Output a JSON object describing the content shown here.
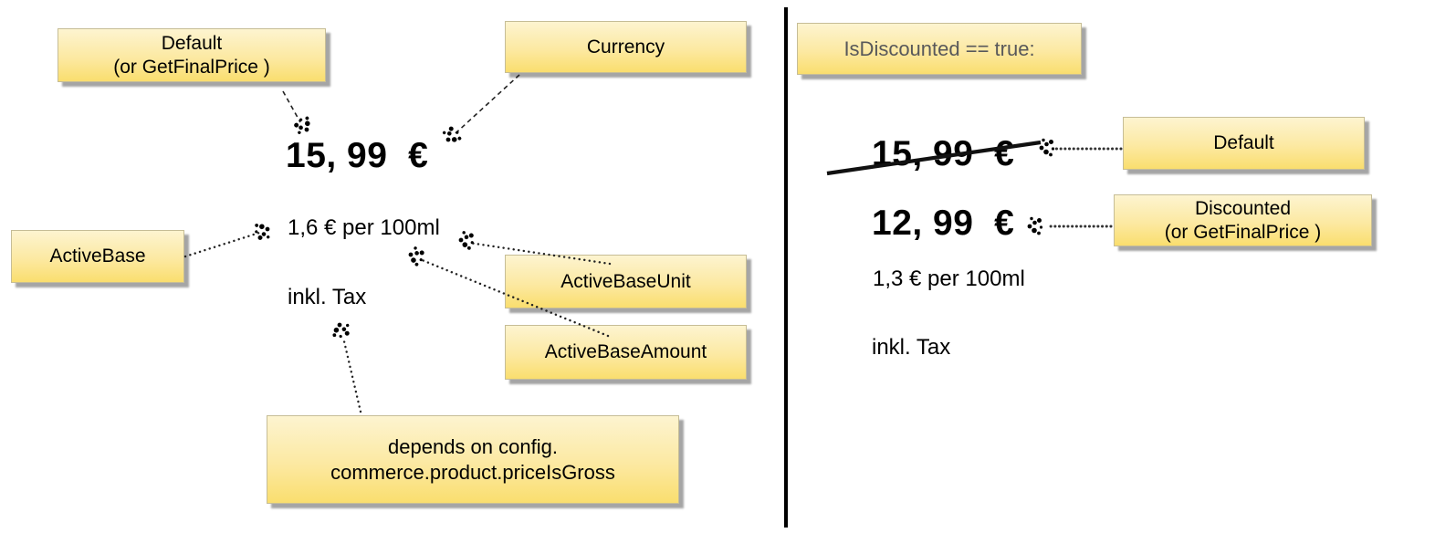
{
  "diagram": {
    "left": {
      "price": "15, 99  €",
      "unit_price": "1,6 € per 100ml",
      "tax": "inkl. Tax",
      "notes": {
        "default": {
          "line1": "Default",
          "line2": "(or GetFinalPrice )"
        },
        "currency": "Currency",
        "active_base": "ActiveBase",
        "active_base_unit": "ActiveBaseUnit",
        "active_base_amount": "ActiveBaseAmount",
        "depends": {
          "line1": "depends on config.",
          "line2": "commerce.product.priceIsGross"
        }
      }
    },
    "right": {
      "condition": "IsDiscounted == true:",
      "old_price": "15, 99  €",
      "price": "12, 99  €",
      "unit_price": "1,3 € per 100ml",
      "tax": "inkl. Tax",
      "notes": {
        "default": "Default",
        "discounted": {
          "line1": "Discounted",
          "line2": "(or GetFinalPrice )"
        }
      }
    },
    "colors": {
      "note_top": "#fdf4d0",
      "note_bottom": "#fade6e",
      "note_border": "#c6bd96",
      "note_shadow": "#a5a5a5",
      "condition_text": "#58585a",
      "ink": "#000000"
    }
  }
}
